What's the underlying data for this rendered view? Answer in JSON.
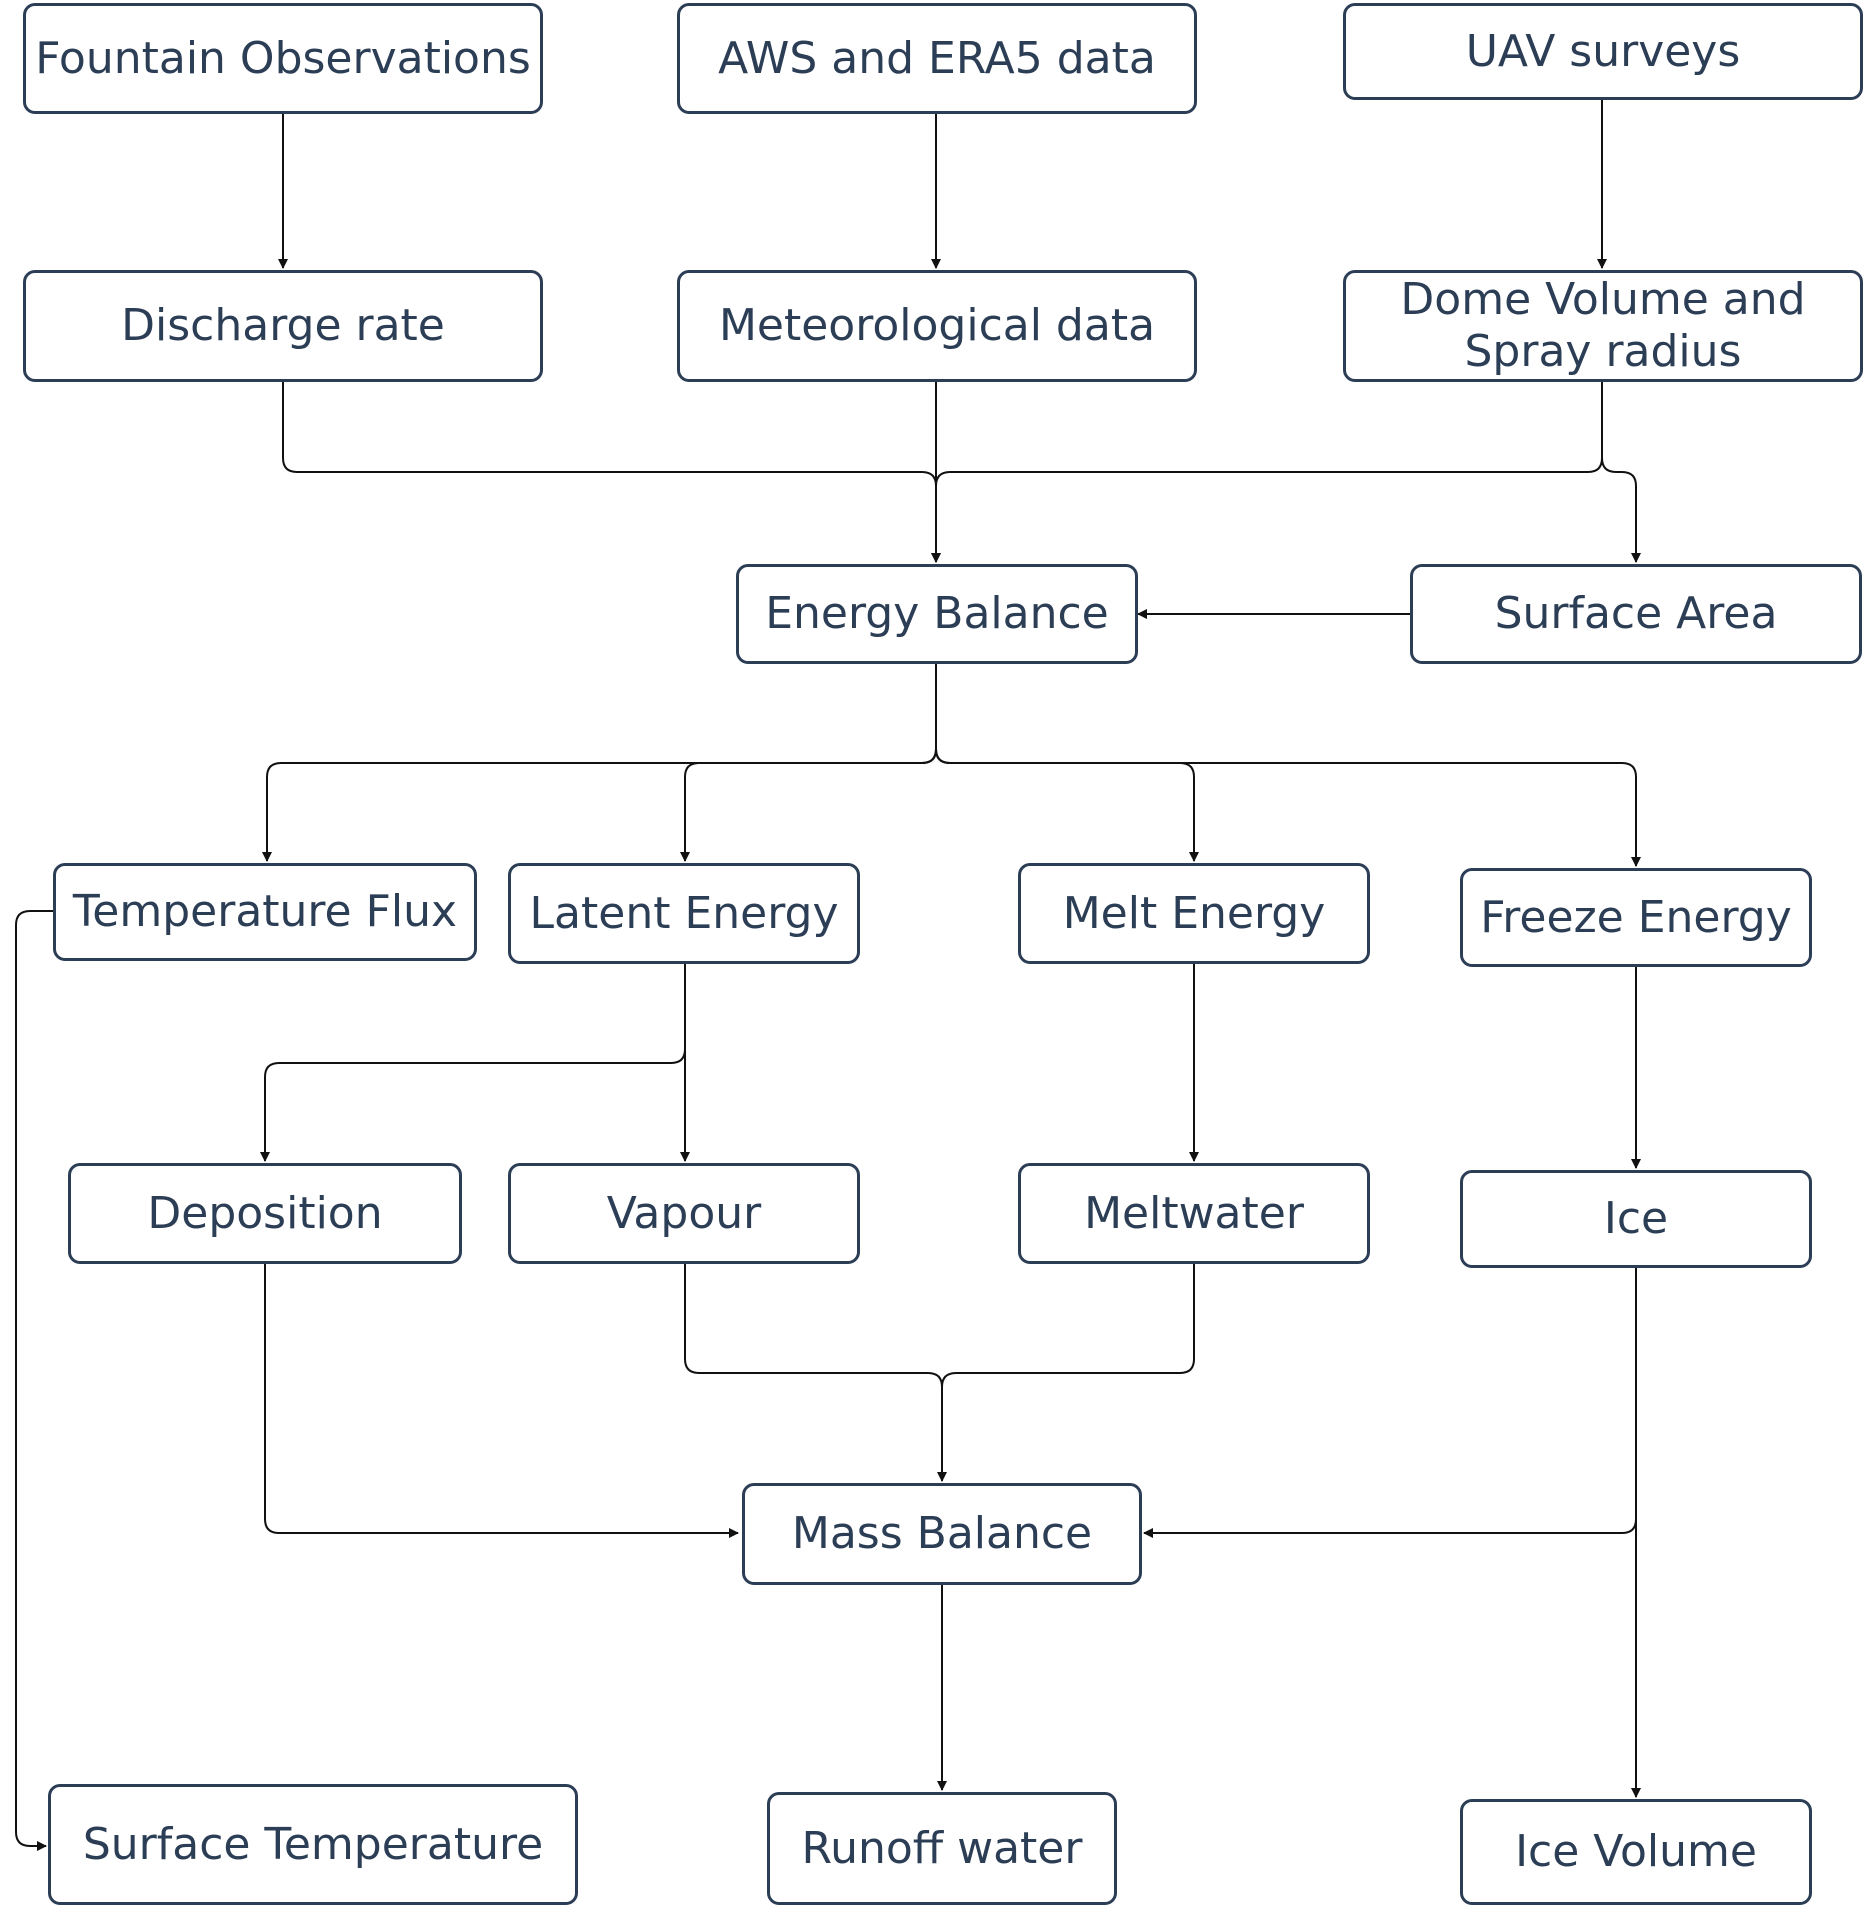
{
  "diagram": {
    "nodes": {
      "fountain_observations": "Fountain Observations",
      "aws_era5_data": "AWS and ERA5 data",
      "uav_surveys": "UAV surveys",
      "discharge_rate": "Discharge rate",
      "meteorological_data": "Meteorological data",
      "dome_volume_spray_radius": "Dome Volume and\nSpray radius",
      "energy_balance": "Energy Balance",
      "surface_area": "Surface Area",
      "temperature_flux": "Temperature Flux",
      "latent_energy": "Latent Energy",
      "melt_energy": "Melt Energy",
      "freeze_energy": "Freeze Energy",
      "deposition": "Deposition",
      "vapour": "Vapour",
      "meltwater": "Meltwater",
      "ice": "Ice",
      "mass_balance": "Mass Balance",
      "surface_temperature": "Surface Temperature",
      "runoff_water": "Runoff water",
      "ice_volume": "Ice Volume"
    },
    "edges": [
      [
        "fountain_observations",
        "discharge_rate"
      ],
      [
        "aws_era5_data",
        "meteorological_data"
      ],
      [
        "uav_surveys",
        "dome_volume_spray_radius"
      ],
      [
        "discharge_rate",
        "energy_balance"
      ],
      [
        "meteorological_data",
        "energy_balance"
      ],
      [
        "dome_volume_spray_radius",
        "energy_balance"
      ],
      [
        "dome_volume_spray_radius",
        "surface_area"
      ],
      [
        "surface_area",
        "energy_balance"
      ],
      [
        "energy_balance",
        "temperature_flux"
      ],
      [
        "energy_balance",
        "latent_energy"
      ],
      [
        "energy_balance",
        "melt_energy"
      ],
      [
        "energy_balance",
        "freeze_energy"
      ],
      [
        "latent_energy",
        "deposition"
      ],
      [
        "latent_energy",
        "vapour"
      ],
      [
        "melt_energy",
        "meltwater"
      ],
      [
        "freeze_energy",
        "ice"
      ],
      [
        "vapour",
        "mass_balance"
      ],
      [
        "meltwater",
        "mass_balance"
      ],
      [
        "deposition",
        "mass_balance"
      ],
      [
        "ice",
        "mass_balance"
      ],
      [
        "ice",
        "ice_volume"
      ],
      [
        "mass_balance",
        "runoff_water"
      ],
      [
        "temperature_flux",
        "surface_temperature"
      ]
    ]
  }
}
